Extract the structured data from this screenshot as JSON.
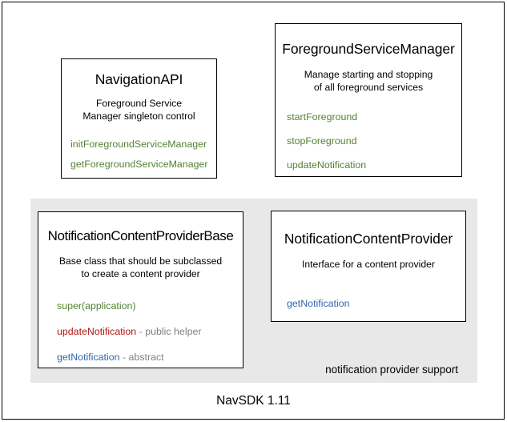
{
  "diagram": {
    "footer_label": "NavSDK 1.11",
    "group_panel": {
      "label": "notification provider support",
      "background": "#e8e8e8"
    },
    "colors": {
      "green": "#548235",
      "red": "#b01414",
      "blue": "#3366aa",
      "note_gray": "#808080",
      "border": "#000000",
      "panel": "#e8e8e8",
      "background": "#ffffff"
    },
    "boxes": [
      {
        "id": "navigation-api",
        "title": "NavigationAPI",
        "description_lines": [
          "Foreground Service",
          "Manager singleton control"
        ],
        "members": [
          {
            "name": "initForegroundServiceManager",
            "color": "green",
            "note": ""
          },
          {
            "name": "getForegroundServiceManager",
            "color": "green",
            "note": ""
          }
        ]
      },
      {
        "id": "foreground-service-manager",
        "title": "ForegroundServiceManager",
        "description_lines": [
          "Manage starting and stopping",
          "of all foreground services"
        ],
        "members": [
          {
            "name": "startForeground",
            "color": "green",
            "note": ""
          },
          {
            "name": "stopForeground",
            "color": "green",
            "note": ""
          },
          {
            "name": "updateNotification",
            "color": "green",
            "note": ""
          }
        ]
      },
      {
        "id": "notification-content-provider-base",
        "title": "NotificationContentProviderBase",
        "description_lines": [
          "Base class that should be subclassed",
          "to create a content provider"
        ],
        "members": [
          {
            "name": "super(application)",
            "color": "green",
            "note": ""
          },
          {
            "name": "updateNotification",
            "color": "red",
            "note": " - public helper"
          },
          {
            "name": "getNotification",
            "color": "blue",
            "note": " - abstract"
          }
        ]
      },
      {
        "id": "notification-content-provider",
        "title": "NotificationContentProvider",
        "description_lines": [
          "Interface for a content provider"
        ],
        "members": [
          {
            "name": "getNotification",
            "color": "blue",
            "note": ""
          }
        ]
      }
    ]
  }
}
